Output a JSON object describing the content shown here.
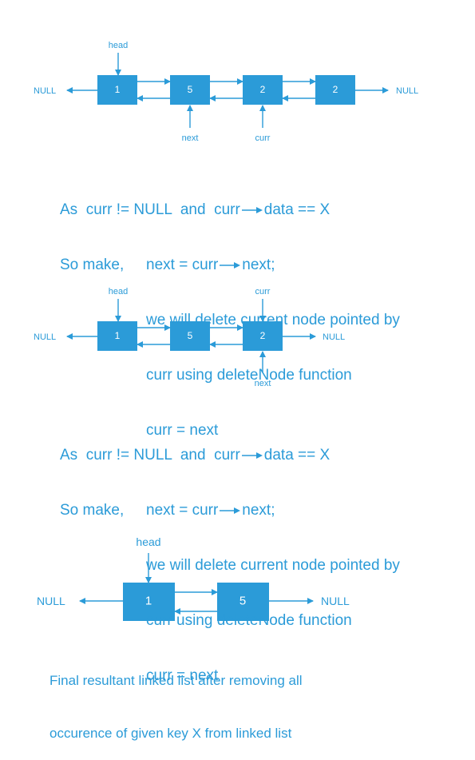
{
  "colors": {
    "accent": "#2b9bd8",
    "node_text": "#ffffff",
    "background": "#ffffff"
  },
  "null_label": "NULL",
  "head_label": "head",
  "next_label": "next",
  "curr_label": "curr",
  "diagram1": {
    "nodes": [
      "1",
      "5",
      "2",
      "2"
    ]
  },
  "diagram2": {
    "nodes": [
      "1",
      "5",
      "2"
    ]
  },
  "diagram3": {
    "nodes": [
      "1",
      "5"
    ]
  },
  "step1": {
    "line1_prefix": "As  curr != NULL  and  curr",
    "line1_suffix": "data == X",
    "line2_prefix": "So make,",
    "line2_code_prefix": "next = curr",
    "line2_code_suffix": "next;",
    "line3": "we will delete current node pointed by",
    "line4": "curr using deleteNode function",
    "line5": "curr = next"
  },
  "step2": {
    "line1_prefix": "As  curr != NULL  and  curr",
    "line1_suffix": "data == X",
    "line2_prefix": "So make,",
    "line2_code_prefix": "next = curr",
    "line2_code_suffix": "next;",
    "line3": "we will delete current node pointed by",
    "line4": "curr using deleteNode function",
    "line5": "curr = next"
  },
  "final_note": {
    "line1": "Final resultant linked list after removing all",
    "line2": "occurence of given key X from linked list"
  }
}
